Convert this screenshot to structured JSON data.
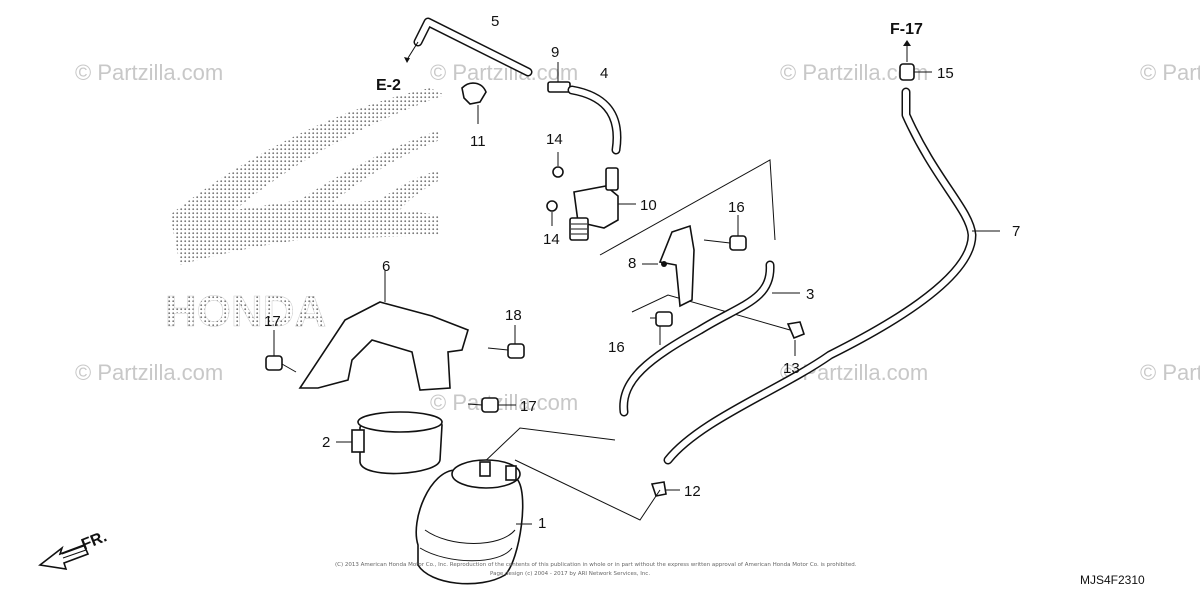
{
  "watermark_text": "© Partzilla.com",
  "brand_logo_text": "HONDA",
  "callouts": [
    "1",
    "2",
    "3",
    "4",
    "5",
    "6",
    "7",
    "8",
    "9",
    "10",
    "11",
    "12",
    "13",
    "14",
    "14",
    "15",
    "16",
    "16",
    "17",
    "17",
    "18"
  ],
  "references": {
    "e2": "E-2",
    "f17": "F-17"
  },
  "front_indicator": "FR.",
  "diagram_code": "MJS4F2310",
  "copyright_line_1": "(C) 2013 American Honda Motor Co., Inc. Reproduction of the contents of this publication in whole or in part without the express written approval of American Honda Motor Co. is prohibited.",
  "copyright_line_2": "Page design (c) 2004 - 2017 by ARI Network Services, Inc."
}
